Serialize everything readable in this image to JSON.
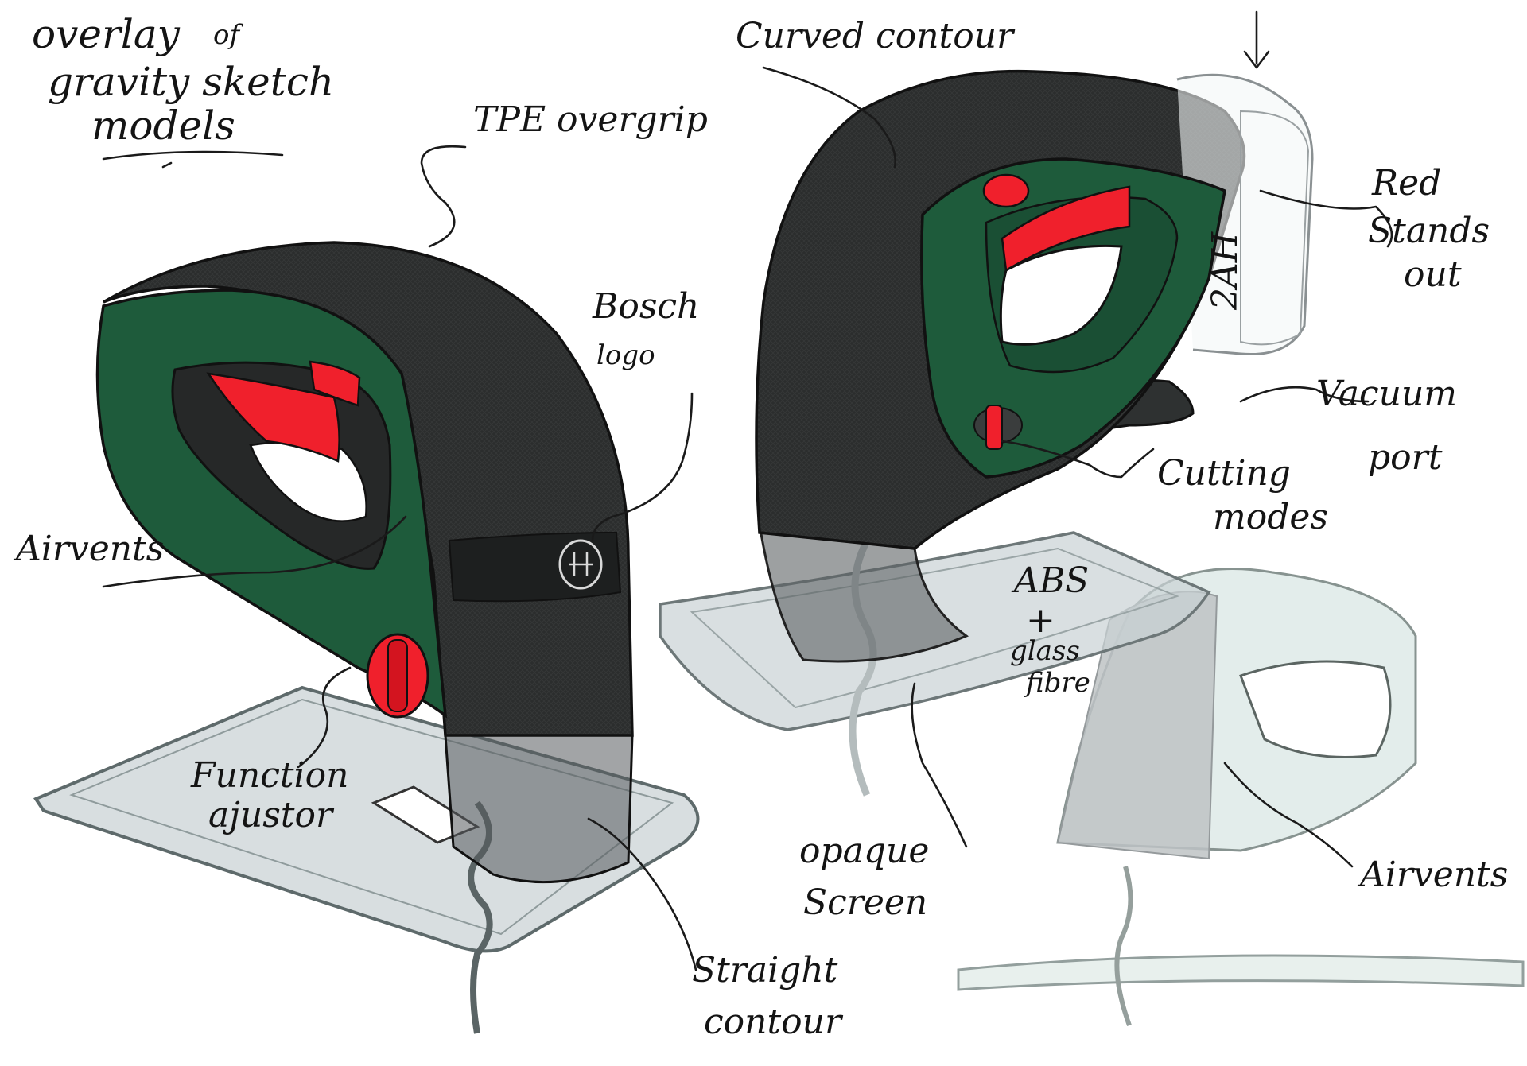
{
  "title": {
    "line1": "overlay",
    "line1b": "of",
    "line2": "gravity sketch",
    "line3": "models"
  },
  "labels": {
    "tpe_overgrip": "TPE overgrip",
    "bosch_logo_1": "Bosch",
    "bosch_logo_2": "logo",
    "airvents_left": "Airvents",
    "function_adjustor_1": "Function",
    "function_adjustor_2": "ajustor",
    "straight_contour_1": "Straight",
    "straight_contour_2": "contour",
    "curved_contour": "Curved contour",
    "red_stands_out_1": "Red",
    "red_stands_out_2": "Stands",
    "red_stands_out_3": "out",
    "battery_2ah": "2AH",
    "vacuum_port_1": "Vacuum",
    "vacuum_port_2": "port",
    "cutting_modes_1": "Cutting",
    "cutting_modes_2": "modes",
    "abs_glass_1": "ABS",
    "abs_glass_2": "+",
    "abs_glass_3": "glass",
    "abs_glass_4": "fibre",
    "opaque_screen_1": "opaque",
    "opaque_screen_2": "Screen",
    "airvents_right": "Airvents"
  },
  "colors": {
    "body_green": "#1d5a3a",
    "body_black": "#2a2c2c",
    "accent_red": "#f0202c",
    "glass_grey": "#c9d2d4",
    "ghost_mint": "#d7e6e1"
  }
}
